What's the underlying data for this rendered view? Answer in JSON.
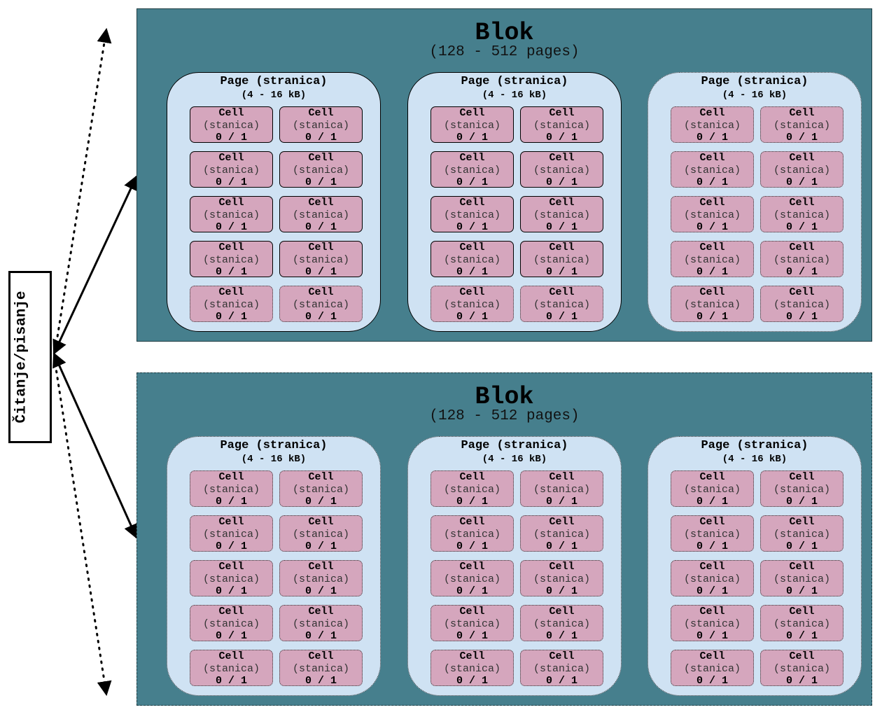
{
  "actor": {
    "label": "Čitanje/pisanje"
  },
  "blocks": [
    {
      "title": "Blok",
      "subtitle": "(128 - 512 pages)",
      "pages": [
        {
          "title": "Page (stranica)",
          "size": "(4 - 16 kB)"
        },
        {
          "title": "Page (stranica)",
          "size": "(4 - 16 kB)"
        },
        {
          "title": "Page (stranica)",
          "size": "(4 - 16 kB)"
        }
      ]
    },
    {
      "title": "Blok",
      "subtitle": "(128 - 512 pages)",
      "pages": [
        {
          "title": "Page (stranica)",
          "size": "(4 - 16 kB)"
        },
        {
          "title": "Page (stranica)",
          "size": "(4 - 16 kB)"
        },
        {
          "title": "Page (stranica)",
          "size": "(4 - 16 kB)"
        }
      ]
    }
  ],
  "cell": {
    "name": "Cell",
    "sub": "(stanica)",
    "value": "0 / 1"
  }
}
